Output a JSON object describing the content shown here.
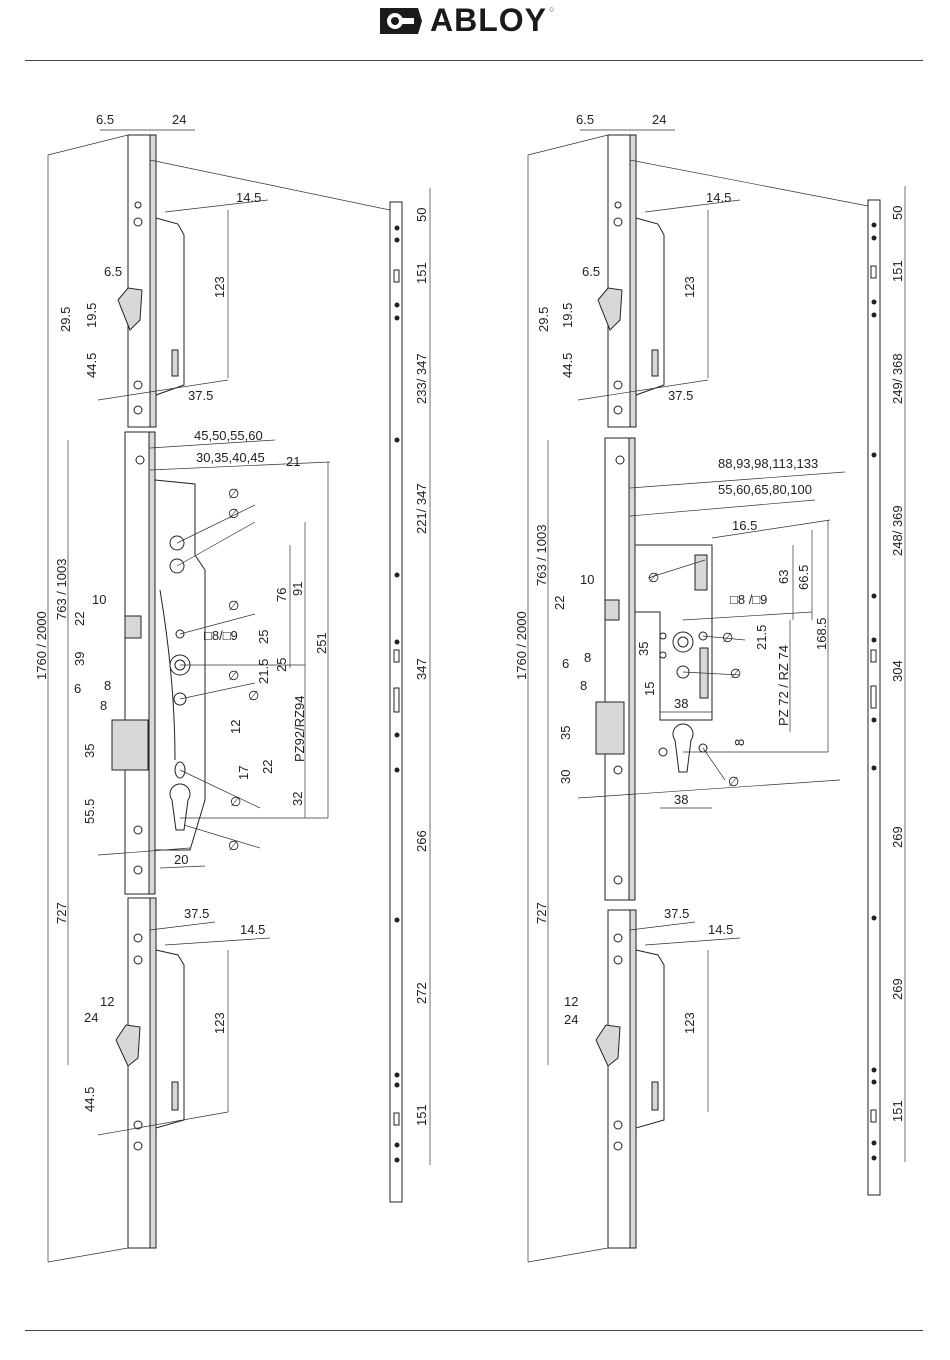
{
  "brand": {
    "name": "ABLOY"
  },
  "left": {
    "dims_top": [
      "6.5",
      "24"
    ],
    "upper_latch": [
      "14.5",
      "123",
      "6.5",
      "29.5",
      "19.5",
      "44.5",
      "37.5"
    ],
    "mid": [
      "45,50,55,60",
      "30,35,40,45",
      "21",
      "76",
      "91",
      "251",
      "□8/□9",
      "25",
      "21.5",
      "25",
      "PZ92/RZ94",
      "12",
      "17",
      "22",
      "32",
      "20",
      "10",
      "22",
      "39",
      "6",
      "8",
      "8",
      "35",
      "55.5"
    ],
    "lower_latch": [
      "37.5",
      "14.5",
      "12",
      "24",
      "123",
      "44.5"
    ],
    "overall": [
      "1760 / 2000",
      "763 / 1003",
      "727"
    ],
    "profile": [
      "50",
      "151",
      "233/ 347",
      "221/ 347",
      "347",
      "266",
      "272",
      "151"
    ],
    "phi": "∅"
  },
  "right": {
    "dims_top": [
      "6.5",
      "24"
    ],
    "upper_latch": [
      "14.5",
      "123",
      "6.5",
      "29.5",
      "19.5",
      "44.5",
      "37.5"
    ],
    "mid": [
      "88,93,98,113,133",
      "55,60,65,80,100",
      "16.5",
      "63",
      "66.5",
      "168.5",
      "□8 /□9",
      "21.5",
      "PZ 72 / RZ 74",
      "35",
      "15",
      "38",
      "8",
      "38",
      "10",
      "22",
      "6",
      "8",
      "8",
      "35",
      "30"
    ],
    "lower_latch": [
      "37.5",
      "14.5",
      "12",
      "24",
      "123"
    ],
    "overall": [
      "1760 / 2000",
      "763 / 1003",
      "727"
    ],
    "profile": [
      "50",
      "151",
      "249/ 368",
      "248/ 369",
      "304",
      "269",
      "269",
      "151"
    ],
    "phi": "∅"
  }
}
